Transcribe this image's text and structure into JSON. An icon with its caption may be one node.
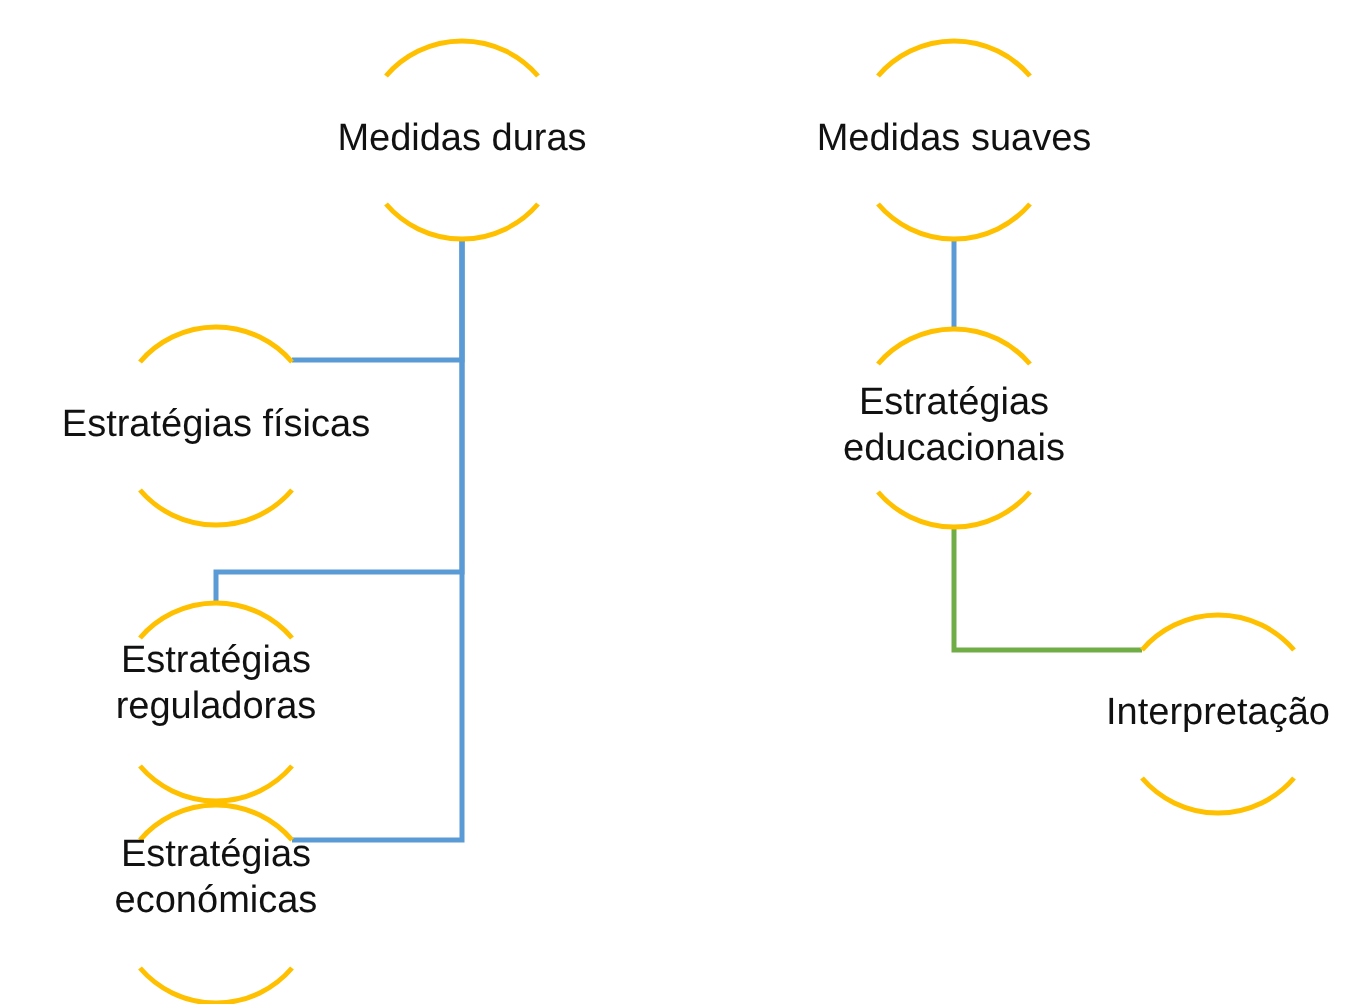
{
  "diagram": {
    "nodes": [
      {
        "text": [
          "Medidas duras"
        ]
      },
      {
        "text": [
          "Medidas suaves"
        ]
      },
      {
        "text": [
          "Estratégias físicas"
        ]
      },
      {
        "text": [
          "Estratégias reguladoras"
        ]
      },
      {
        "text": [
          "Estratégias económicas"
        ]
      },
      {
        "text": [
          "Estratégias educacionais"
        ]
      },
      {
        "text": [
          "Interpretação"
        ]
      }
    ],
    "edges": [
      {
        "from": 0,
        "to": 2,
        "arrow": "none"
      },
      {
        "from": 0,
        "to": 3,
        "arrow": "none"
      },
      {
        "from": 0,
        "to": 4,
        "arrow": "none"
      },
      {
        "from": 1,
        "to": 5,
        "arrow": "none"
      },
      {
        "from": 5,
        "to": 6,
        "arrow": "none",
        "color": "#70ad47"
      }
    ]
  }
}
